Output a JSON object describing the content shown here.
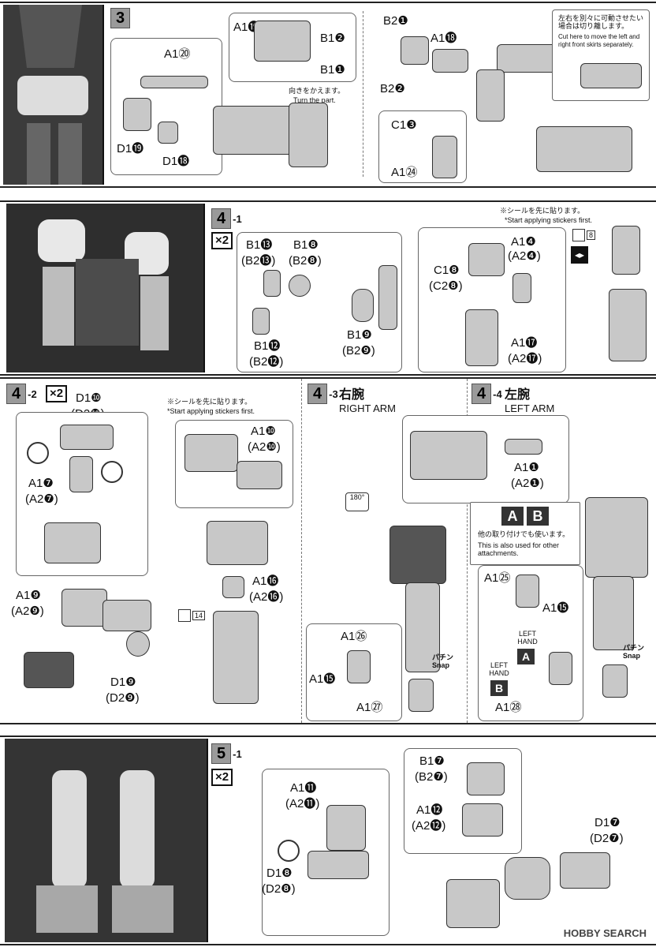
{
  "steps": {
    "s3": {
      "number": "3"
    },
    "s41": {
      "number": "4",
      "sub": "-1",
      "multiplier": "×2"
    },
    "s42": {
      "number": "4",
      "sub": "-2",
      "multiplier": "×2"
    },
    "s43": {
      "number": "4",
      "sub": "-3",
      "title_jp": "右腕",
      "title_en": "RIGHT ARM"
    },
    "s44": {
      "number": "4",
      "sub": "-4",
      "title_jp": "左腕",
      "title_en": "LEFT ARM"
    },
    "s51": {
      "number": "5",
      "sub": "-1",
      "multiplier": "×2"
    }
  },
  "notes": {
    "turn_jp": "向きをかえます。",
    "turn_en": "Turn the part.",
    "cut_jp": "左右を別々に可動させたい場合は切り離します。",
    "cut_en": "Cut here to move the left and right front skirts separately.",
    "sticker_jp": "※シールを先に貼ります。",
    "sticker_en": "*Start applying stickers first.",
    "sticker_en2": "*Start applying stickers first.",
    "ab_jp": "他の取り付けでも使います。",
    "ab_en": "This is also used for other attachments.",
    "left_hand": "LEFT HAND",
    "snap_jp": "パチン",
    "snap_en": "Snap",
    "rotate": "180°",
    "sticker8": "8",
    "sticker14": "14"
  },
  "labels_s3": {
    "a1_20": "A1⑳",
    "d1_19": "D1⓳",
    "d1_18": "D1⓲",
    "a1_19": "A1⓳",
    "b1_2": "B1❷",
    "b1_1": "B1❶",
    "b2_1": "B2❶",
    "a1_18": "A1⓲",
    "b2_2": "B2❷",
    "c1_3": "C1❸",
    "a1_24": "A1㉔"
  },
  "labels_s41": {
    "b1_13": "B1⓭",
    "b2_13": "(B2⓭)",
    "b1_8": "B1❽",
    "b2_8": "(B2❽)",
    "b1_12": "B1⓬",
    "b2_12": "(B2⓬)",
    "b1_9": "B1❾",
    "b2_9": "(B2❾)",
    "a1_4": "A1❹",
    "a2_4": "(A2❹)",
    "c1_8": "C1❽",
    "c2_8": "(C2❽)",
    "a1_17": "A1⓱",
    "a2_17": "(A2⓱)"
  },
  "labels_s42": {
    "d1_10": "D1❿",
    "d2_10": "(D2❿)",
    "a1_7": "A1❼",
    "a2_7": "(A2❼)",
    "a1_9": "A1❾",
    "a2_9": "(A2❾)",
    "d1_9": "D1❾",
    "d2_9": "(D2❾)",
    "a1_10": "A1❿",
    "a2_10": "(A2❿)",
    "a1_16": "A1⓰",
    "a2_16": "(A2⓰)"
  },
  "labels_s43": {
    "a1_26": "A1㉖",
    "a1_15": "A1⓯",
    "a1_27": "A1㉗"
  },
  "labels_s44": {
    "a1_1": "A1❶",
    "a2_1": "(A2❶)",
    "a1_25": "A1㉕",
    "a1_15": "A1⓯",
    "a1_28": "A1㉘",
    "a": "A",
    "b": "B"
  },
  "labels_s51": {
    "a1_11": "A1⓫",
    "a2_11": "(A2⓫)",
    "d1_8": "D1❽",
    "d2_8": "(D2❽)",
    "b1_7": "B1❼",
    "b2_7": "(B2❼)",
    "a1_12": "A1⓬",
    "a2_12": "(A2⓬)",
    "d1_7": "D1❼",
    "d2_7": "(D2❼)"
  },
  "watermark": "HOBBY SEARCH"
}
